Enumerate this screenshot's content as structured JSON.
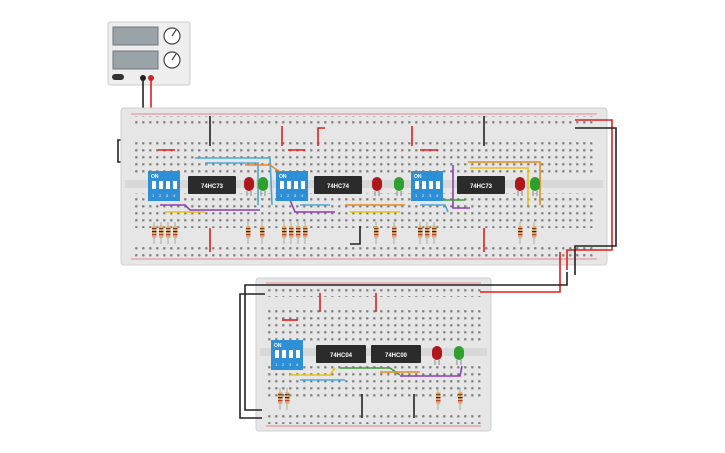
{
  "power_supply": {
    "name": "power-supply",
    "knob_count": 2,
    "display_count": 2
  },
  "chips": [
    {
      "id": "chip-1",
      "label": "74HC73"
    },
    {
      "id": "chip-2",
      "label": "74HC74"
    },
    {
      "id": "chip-3",
      "label": "74HC73"
    },
    {
      "id": "chip-4",
      "label": "74HC04"
    },
    {
      "id": "chip-5",
      "label": "74HC00"
    }
  ],
  "dip_switches": [
    {
      "id": "dip-1",
      "on_label": "ON",
      "numbers": [
        "1",
        "2",
        "3",
        "4"
      ]
    },
    {
      "id": "dip-2",
      "on_label": "ON",
      "numbers": [
        "1",
        "2",
        "3",
        "4"
      ]
    },
    {
      "id": "dip-3",
      "on_label": "ON",
      "numbers": [
        "1",
        "2",
        "3",
        "4"
      ]
    },
    {
      "id": "dip-4",
      "on_label": "ON",
      "numbers": [
        "1",
        "2",
        "3",
        "4"
      ]
    }
  ],
  "leds": [
    {
      "id": "led-1",
      "color": "#b0171c"
    },
    {
      "id": "led-2",
      "color": "#2fa02f"
    },
    {
      "id": "led-3",
      "color": "#b0171c"
    },
    {
      "id": "led-4",
      "color": "#2fa02f"
    },
    {
      "id": "led-5",
      "color": "#b0171c"
    },
    {
      "id": "led-6",
      "color": "#2fa02f"
    },
    {
      "id": "led-7",
      "color": "#b0171c"
    },
    {
      "id": "led-8",
      "color": "#2fa02f"
    }
  ],
  "colors": {
    "breadboard": "#e6e6e6",
    "rail_red": "#d32f2f",
    "wire_red": "#e01f1f",
    "wire_black": "#222222",
    "wire_blue": "#4aa8d8",
    "wire_purple": "#8b3fb3",
    "wire_yellow": "#e6c21a",
    "wire_orange": "#e58a1f",
    "wire_green": "#3b9b3b",
    "chip_body": "#2b2b2b",
    "dip_body": "#2e8fd6"
  }
}
